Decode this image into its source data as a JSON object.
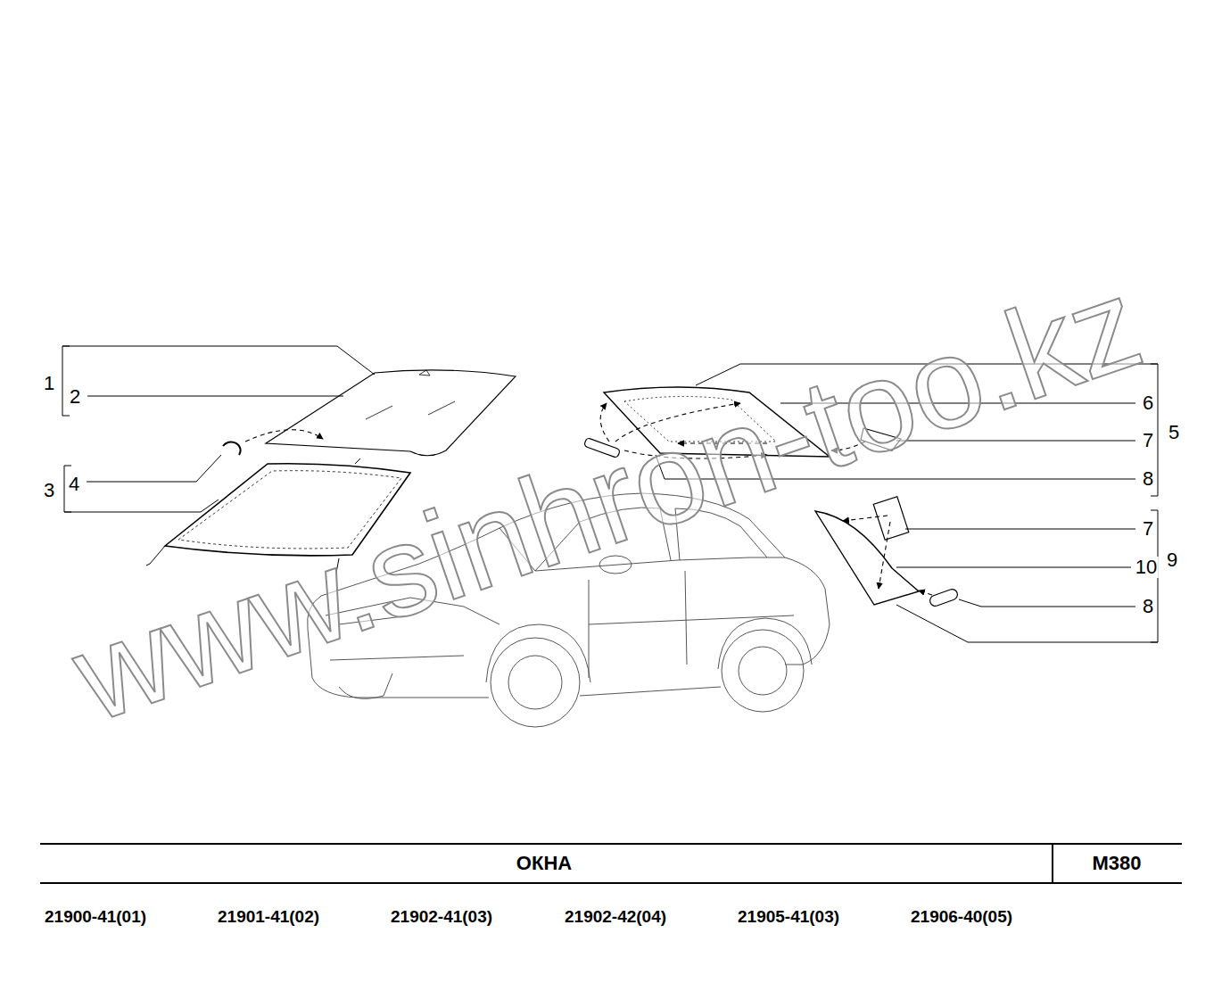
{
  "diagram": {
    "title": "ОКНА",
    "labels": [
      "1",
      "2",
      "3",
      "4",
      "6",
      "5",
      "7",
      "8",
      "7",
      "10",
      "9",
      "8",
      "www.sinhron-too.kz",
      "M380",
      "21900-41(01)",
      "21901-41(02)",
      "21902-41(03)",
      "21902-42(04)",
      "21905-41(03)",
      "21906-40(05)"
    ]
  }
}
